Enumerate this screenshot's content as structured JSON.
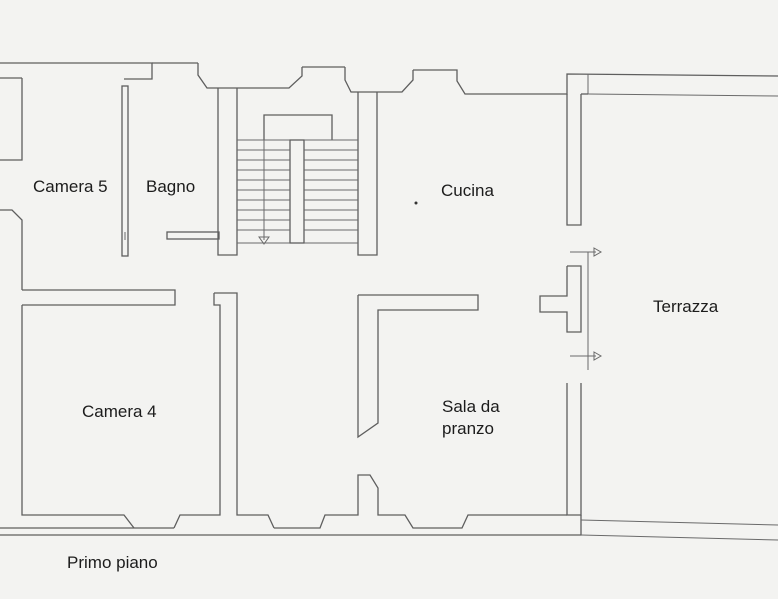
{
  "plan": {
    "caption": "Primo piano",
    "rooms": {
      "camera5": "Camera 5",
      "bagno": "Bagno",
      "cucina": "Cucina",
      "camera4": "Camera 4",
      "sala_line1": "Sala da",
      "sala_line2": "pranzo",
      "terrazza": "Terrazza"
    }
  },
  "colors": {
    "background": "#f3f3f1",
    "line": "#5e5e5e",
    "text": "#1c1c1c"
  },
  "icons": [
    "stair-arrow-icon",
    "door-arrow-icon"
  ]
}
